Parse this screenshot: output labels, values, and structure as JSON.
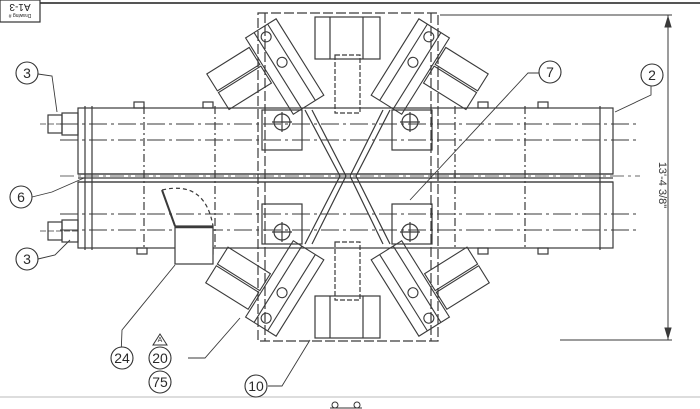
{
  "drawing": {
    "title_block": {
      "label": "Drawing #",
      "number": "A1-3",
      "orientation": "rotated-180"
    },
    "dimension": {
      "value": "13'-4 3/8\"",
      "orientation": "vertical"
    },
    "revision_mark": "A",
    "balloons": [
      {
        "id": "3",
        "label": "3",
        "position": "upper-left"
      },
      {
        "id": "6",
        "label": "6",
        "position": "left"
      },
      {
        "id": "3b",
        "label": "3",
        "position": "lower-left"
      },
      {
        "id": "24",
        "label": "24",
        "position": "bottom-left"
      },
      {
        "id": "20",
        "label": "20",
        "position": "bottom"
      },
      {
        "id": "75",
        "label": "75",
        "position": "bottom"
      },
      {
        "id": "10",
        "label": "10",
        "position": "bottom-center"
      },
      {
        "id": "7",
        "label": "7",
        "position": "upper-right"
      },
      {
        "id": "2",
        "label": "2",
        "position": "upper-right"
      }
    ],
    "colors": {
      "line": "#3a3a3a",
      "background": "#ffffff"
    }
  }
}
